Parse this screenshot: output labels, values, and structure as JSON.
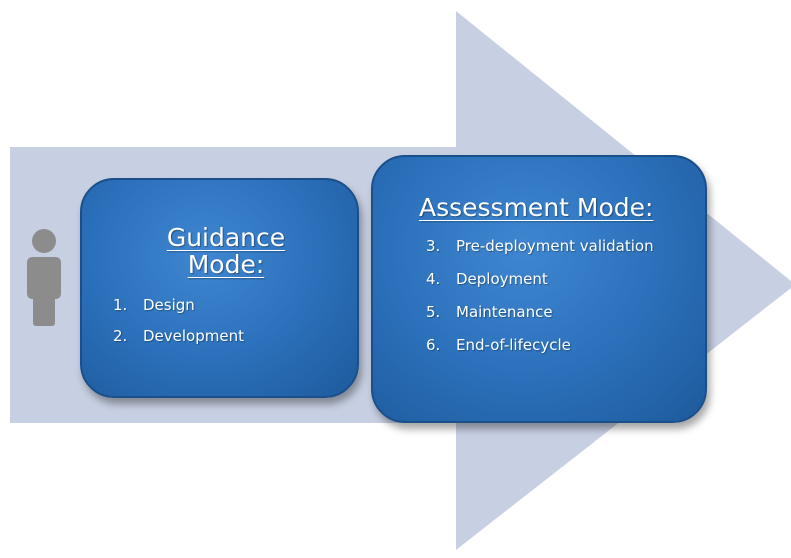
{
  "colors": {
    "arrow_fill": "#c7d0e3",
    "box_fill": "#2a6fb9",
    "text": "#ffffff",
    "person": "#8c8c8c"
  },
  "icons": {
    "person": "person-icon"
  },
  "guidance": {
    "title_line1": "Guidance",
    "title_line2": "Mode:",
    "steps": [
      {
        "num": "1.",
        "label": "Design"
      },
      {
        "num": "2.",
        "label": "Development"
      }
    ]
  },
  "assessment": {
    "title": "Assessment Mode:",
    "steps": [
      {
        "num": "3.",
        "label": "Pre-deployment validation"
      },
      {
        "num": "4.",
        "label": "Deployment"
      },
      {
        "num": "5.",
        "label": "Maintenance"
      },
      {
        "num": "6.",
        "label": "End-of-lifecycle"
      }
    ]
  }
}
